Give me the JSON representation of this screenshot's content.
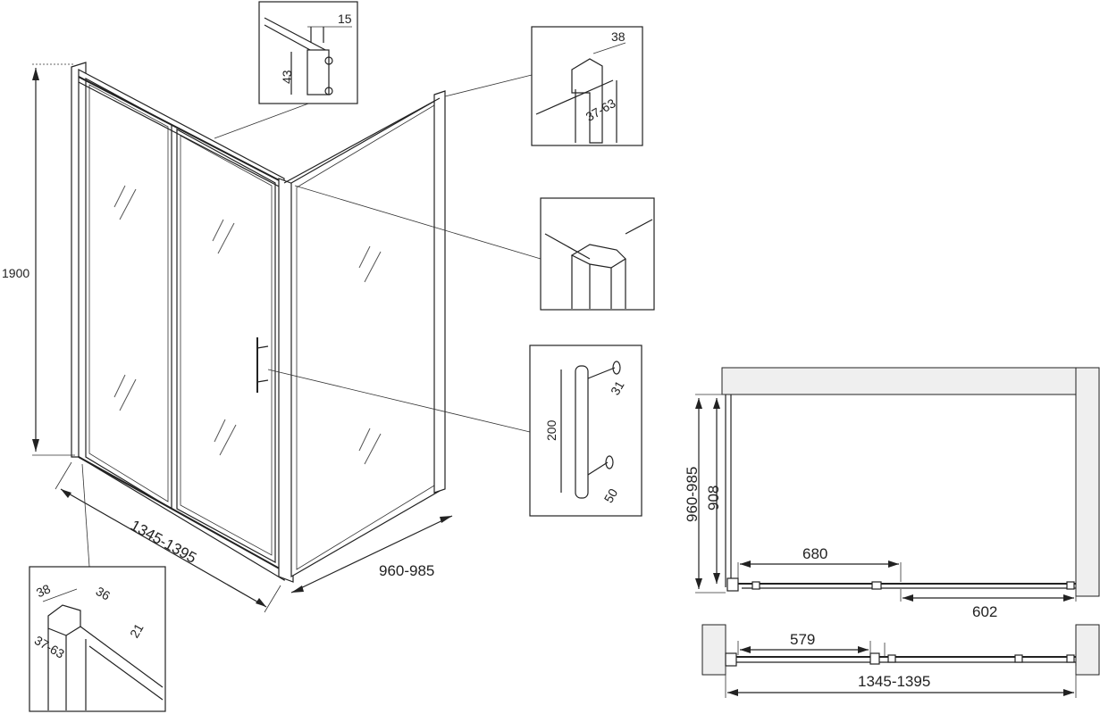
{
  "main_view": {
    "height": "1900",
    "width": "1345-1395",
    "depth": "960-985"
  },
  "details": {
    "top_rail": {
      "width": "15",
      "height": "43"
    },
    "corner_profile": {
      "size": "38",
      "range": "37-63"
    },
    "handle": {
      "length": "200",
      "offset_top": "31",
      "offset_bottom": "50"
    },
    "bottom_profile": {
      "a": "38",
      "b": "36",
      "c": "37-63",
      "d": "21"
    }
  },
  "plan_top": {
    "depth_outer": "960-985",
    "depth_inner": "908",
    "door_open": "680",
    "fixed_panel": "602"
  },
  "plan_bottom": {
    "door_open": "579",
    "width": "1345-1395"
  }
}
